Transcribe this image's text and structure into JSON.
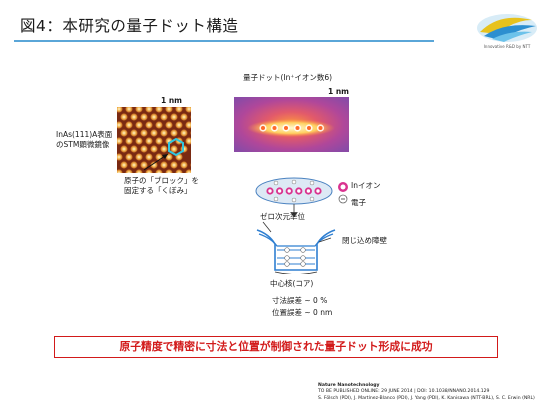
{
  "slide": {
    "title": "図4：本研究の量子ドット構造",
    "logo_text": "Innovative R&D by NTT"
  },
  "stm": {
    "scale_label": "1 nm",
    "surface_label_1": "InAs(111)A表面",
    "surface_label_2": "のSTM顕微鏡像",
    "note_1": "原子の「ブロック」を",
    "note_2": "固定する「くぼみ」"
  },
  "quantum_dot": {
    "heading": "量子ドット(In⁺イオン数6)",
    "scale_label": "1 nm",
    "legend_ion": "Inイオン",
    "legend_electron": "電子",
    "zero_dim_label": "ゼロ次元準位",
    "barrier_label": "閉じ込め障壁",
    "core_label": "中心核(コア)",
    "size_error": "寸法誤差 ~ 0 %",
    "position_error": "位置誤差 ~ 0 nm"
  },
  "summary": "原子精度で精密に寸法と位置が制御された量子ドット形成に成功",
  "credits": {
    "journal": "Nature Nanotechnology",
    "publication": "TO BE PUBLISHED ONLINE: 29 JUNE 2014 | DOI: 10.1038/NNANO.2014.129",
    "authors": "S. Fölsch (PDI), J. Martínez-Blanco (PDI), J. Yang (PDI), K. Kanisawa (NTT-BRL), S. C. Erwin (NRL)"
  },
  "colors": {
    "accent_rule": "#5aa6d8",
    "summary_red": "#d21a1a",
    "ion_pink": "#d9338f"
  }
}
